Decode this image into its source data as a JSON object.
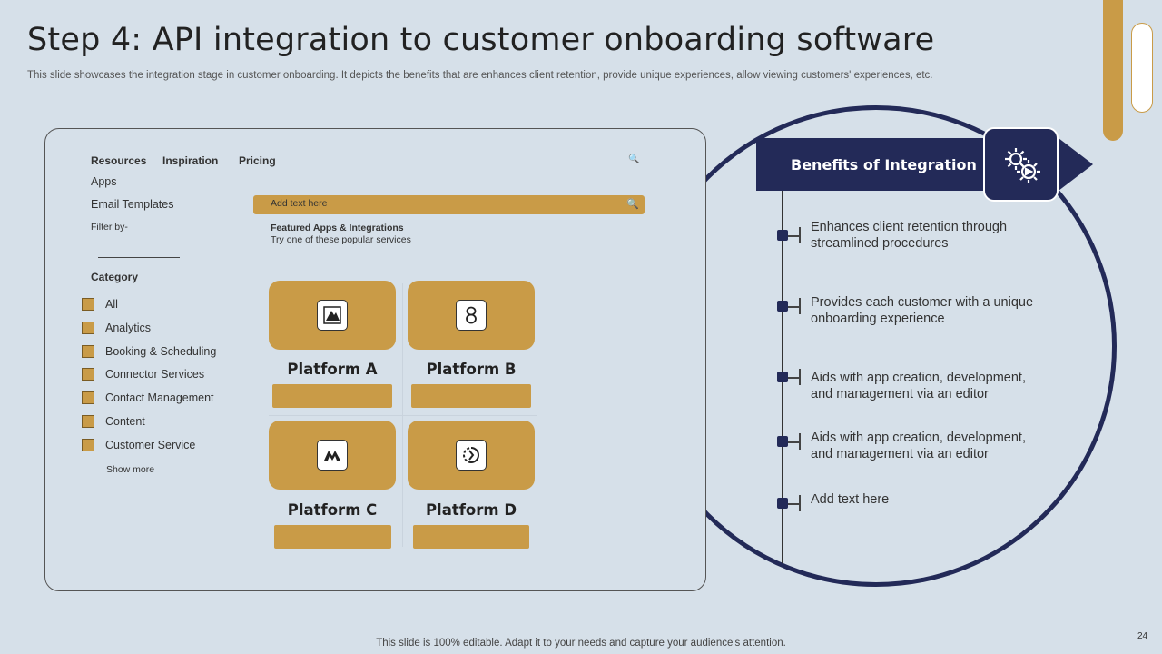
{
  "title": "Step 4: API integration to customer onboarding software",
  "subtitle": "This slide showcases the integration stage in customer onboarding. It depicts the benefits that are enhances client retention, provide unique experiences, allow viewing customers' experiences, etc.",
  "panel": {
    "nav": [
      "Resources",
      "Inspiration",
      "Pricing"
    ],
    "side_links": [
      "Apps",
      "Email Templates"
    ],
    "filter_label": "Filter by-",
    "category_title": "Category",
    "categories": [
      "All",
      "Analytics",
      "Booking & Scheduling",
      "Connector Services",
      "Contact Management",
      "Content",
      "Customer Service"
    ],
    "show_more": "Show more",
    "search_placeholder": "Add text here",
    "featured_title": "Featured Apps & Integrations",
    "featured_sub": "Try one of these popular services",
    "platforms": [
      {
        "label": "Platform A",
        "icon": "platform-a-logo-icon"
      },
      {
        "label": "Platform B",
        "icon": "platform-b-logo-icon"
      },
      {
        "label": "Platform C",
        "icon": "platform-c-logo-icon"
      },
      {
        "label": "Platform D",
        "icon": "platform-d-logo-icon"
      }
    ]
  },
  "benefits": {
    "title": "Benefits of Integration",
    "icon": "gears-icon",
    "items": [
      "Enhances client retention through streamlined procedures",
      "Provides each customer with a unique onboarding experience",
      "Aids with app creation, development, and management via an editor",
      "Aids with app creation, development, and management via an editor",
      "Add text here"
    ]
  },
  "footer": "This slide is 100% editable. Adapt it to your needs and capture your audience's attention.",
  "page_number": "24",
  "colors": {
    "gold": "#c99b47",
    "navy": "#232a58",
    "background": "#d6e0e9"
  }
}
